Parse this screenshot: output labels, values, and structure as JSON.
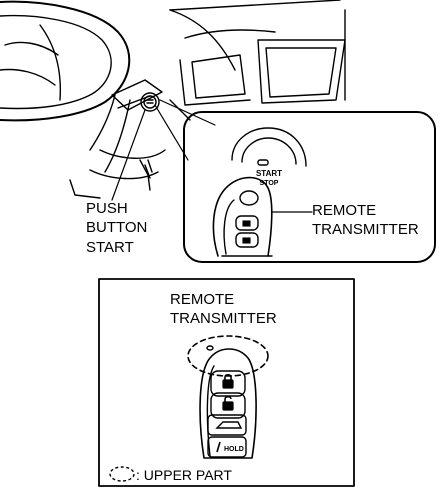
{
  "labels": {
    "push_button_start": [
      "PUSH",
      "BUTTON",
      "START"
    ],
    "remote_transmitter_top": [
      "REMOTE",
      "TRANSMITTER"
    ],
    "remote_transmitter_box": [
      "REMOTE",
      "TRANSMITTER"
    ],
    "legend": ": UPPER PART",
    "start_button_text": [
      "START",
      "STOP"
    ],
    "hold_button_text": "HOLD"
  },
  "icons": [
    "steering-wheel-icon",
    "push-button-icon",
    "remote-key-icon",
    "lock-icon",
    "unlock-icon",
    "trunk-icon",
    "hold-icon"
  ],
  "colors": {
    "line": "#000000",
    "background": "#ffffff"
  }
}
